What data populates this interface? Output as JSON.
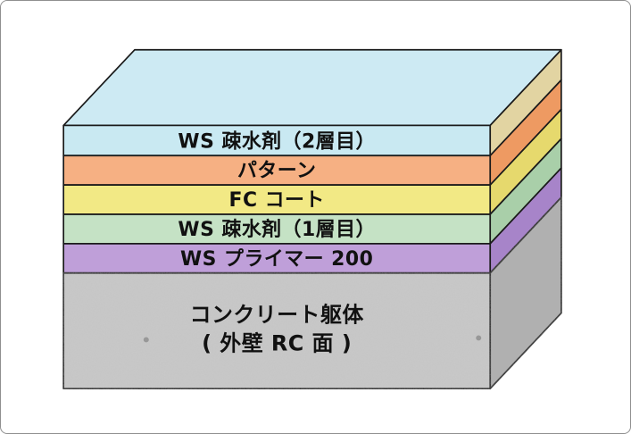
{
  "diagram": {
    "title": "coating-system-layer-diagram",
    "outline_color": "#1a1a1a",
    "text_color": "#111111",
    "top_color": "#cdeaf3",
    "layers": [
      {
        "label": "WS 疎水剤（2層目）",
        "front_color": "#c9e9f2",
        "side_color": "#e2d4a2"
      },
      {
        "label": "パターン",
        "front_color": "#f6b083",
        "side_color": "#ee9a62"
      },
      {
        "label": "FC コート",
        "front_color": "#f2e985",
        "side_color": "#e6d96d"
      },
      {
        "label": "WS 疎水剤（1層目）",
        "front_color": "#c5e2c5",
        "side_color": "#a9cfa9"
      },
      {
        "label": "WS プライマー 200",
        "front_color": "#bf9fd9",
        "side_color": "#a784c9"
      }
    ],
    "base": {
      "label_line1": "コンクリート躯体",
      "label_line2": "( 外壁 RC 面 )",
      "front_color": "#c9c9c9",
      "side_color": "#b0b0b0",
      "speckle_color": "#989898"
    }
  }
}
